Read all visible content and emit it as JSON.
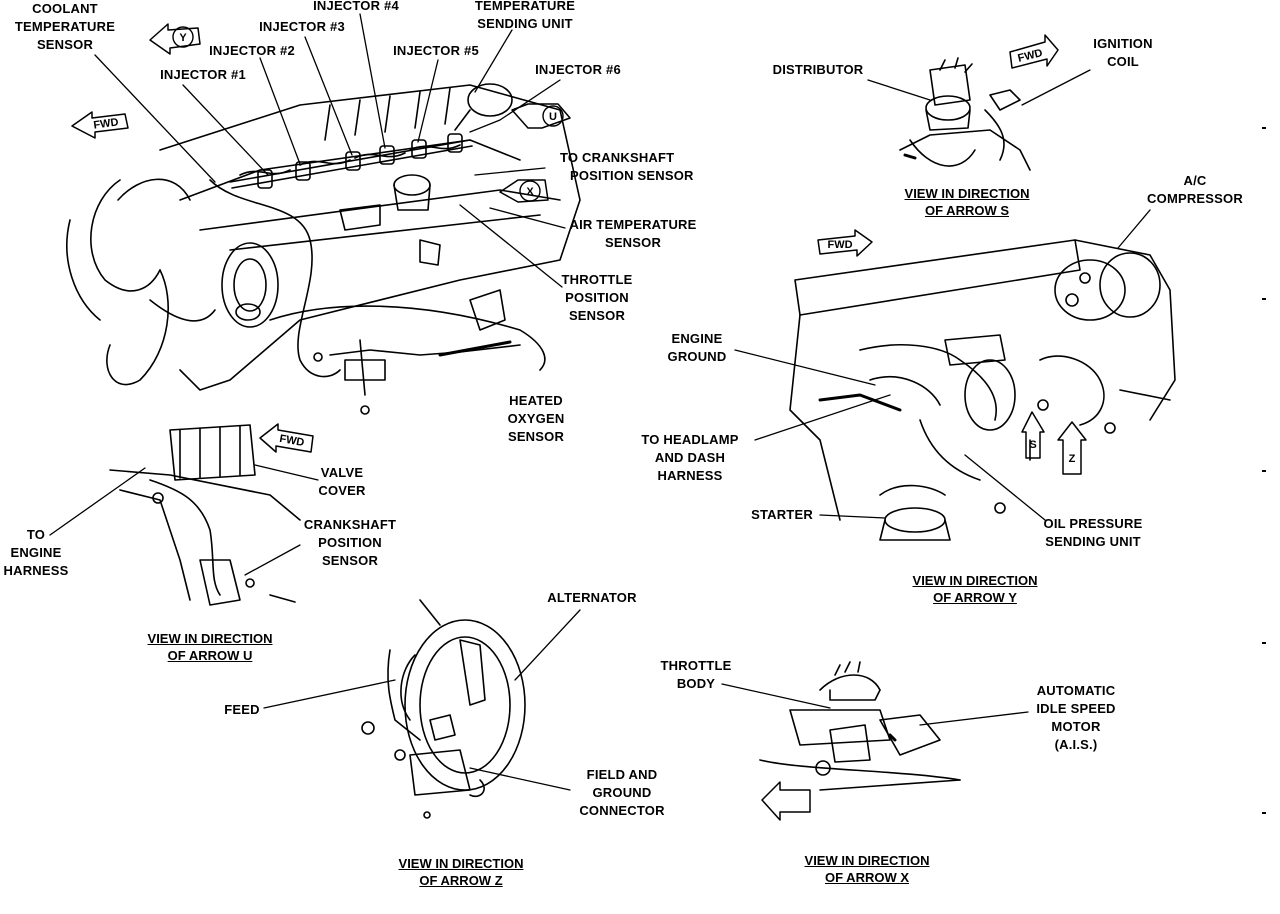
{
  "labels": {
    "coolant_temp": [
      "COOLANT",
      "TEMPERATURE",
      "SENSOR"
    ],
    "injector1": "INJECTOR #1",
    "injector2": "INJECTOR #2",
    "injector3": "INJECTOR #3",
    "injector4": "INJECTOR #4",
    "injector5": "INJECTOR #5",
    "injector6": "INJECTOR #6",
    "temp_sending": [
      "TEMPERATURE",
      "SENDING UNIT"
    ],
    "crank_pos_main": [
      "TO CRANKSHAFT",
      "POSITION SENSOR"
    ],
    "air_temp": [
      "AIR TEMPERATURE",
      "SENSOR"
    ],
    "throttle_pos": [
      "THROTTLE",
      "POSITION",
      "SENSOR"
    ],
    "heated_o2": [
      "HEATED",
      "OXYGEN",
      "SENSOR"
    ],
    "distributor": "DISTRIBUTOR",
    "ignition_coil": [
      "IGNITION",
      "COIL"
    ],
    "ac_compressor": [
      "A/C",
      "COMPRESSOR"
    ],
    "engine_ground": [
      "ENGINE",
      "GROUND"
    ],
    "headlamp_harness": [
      "TO HEADLAMP",
      "AND DASH",
      "HARNESS"
    ],
    "starter": "STARTER",
    "oil_pressure": [
      "OIL PRESSURE",
      "SENDING UNIT"
    ],
    "valve_cover": [
      "VALVE",
      "COVER"
    ],
    "to_engine_harness": [
      "TO",
      "ENGINE",
      "HARNESS"
    ],
    "crank_pos_u": [
      "CRANKSHAFT",
      "POSITION",
      "SENSOR"
    ],
    "alternator": "ALTERNATOR",
    "feed": "FEED",
    "field_ground": [
      "FIELD AND",
      "GROUND",
      "CONNECTOR"
    ],
    "throttle_body": [
      "THROTTLE",
      "BODY"
    ],
    "ais": [
      "AUTOMATIC",
      "IDLE SPEED",
      "MOTOR",
      "(A.I.S.)"
    ]
  },
  "captions": {
    "arrow_s": [
      "VIEW IN DIRECTION",
      "OF ARROW S"
    ],
    "arrow_y": [
      "VIEW IN DIRECTION",
      "OF ARROW Y"
    ],
    "arrow_u": [
      "VIEW IN DIRECTION",
      "OF ARROW U"
    ],
    "arrow_z": [
      "VIEW IN DIRECTION",
      "OF ARROW Z"
    ],
    "arrow_x": [
      "VIEW IN DIRECTION",
      "OF ARROW X"
    ]
  },
  "arrows": {
    "fwd": "FWD",
    "y": "Y",
    "u": "U",
    "x": "X",
    "s": "S",
    "z": "Z"
  }
}
